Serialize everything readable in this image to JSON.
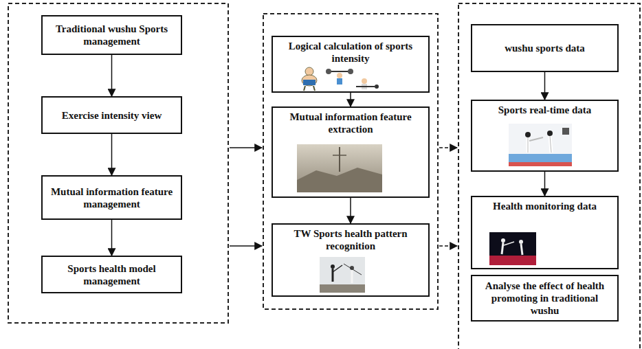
{
  "diagram": {
    "nodes": [
      {
        "text": [
          "Traditional wushu Sports management"
        ]
      },
      {
        "text": [
          "Exercise intensity view"
        ]
      },
      {
        "text": [
          "Mutual information feature management"
        ]
      },
      {
        "text": [
          "Sports health model management"
        ]
      },
      {
        "text": [
          "Logical calculation of sports intensity"
        ]
      },
      {
        "text": [
          "Mutual information feature extraction"
        ]
      },
      {
        "text": [
          "TW Sports health pattern recognition"
        ]
      },
      {
        "text": [
          "wushu sports data"
        ]
      },
      {
        "text": [
          "Sports real-time data"
        ]
      },
      {
        "text": [
          "Health monitoring data"
        ]
      },
      {
        "text": [
          "Analyse the effect of health promoting in traditional wushu"
        ]
      }
    ],
    "edges": [
      {
        "from": 0,
        "to": 1,
        "arrow": "to"
      },
      {
        "from": 1,
        "to": 2,
        "arrow": "to"
      },
      {
        "from": 2,
        "to": 3,
        "arrow": "to"
      },
      {
        "from": 4,
        "to": 5,
        "arrow": "to"
      },
      {
        "from": 5,
        "to": 6,
        "arrow": "to"
      },
      {
        "from": 7,
        "to": 8,
        "arrow": "to"
      },
      {
        "from": 8,
        "to": 9,
        "arrow": "to"
      }
    ]
  }
}
